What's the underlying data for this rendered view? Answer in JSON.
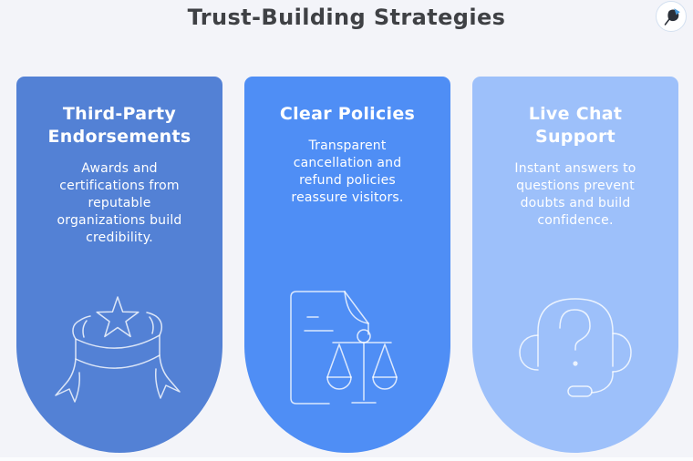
{
  "title": "Trust-Building Strategies",
  "badge": {
    "icon": "pushpin-icon"
  },
  "colors": {
    "background": "#f3f4f9",
    "title_text": "#3f4145",
    "card_text": "#ffffff",
    "icon_stroke": "rgba(255,255,255,0.8)",
    "badge_border": "#d3e0f0",
    "badge_pin_dark": "#2b3038",
    "badge_pin_accent": "#4a9ad8"
  },
  "cards": [
    {
      "heading": "Third-Party\nEndorsements",
      "body": "Awards and certifications from reputable organizations build credibility.",
      "bg": "#5381d5",
      "icon": "star-ribbon-icon"
    },
    {
      "heading": "Clear Policies",
      "body": "Transparent cancellation and refund policies reassure visitors.",
      "bg": "#4f8ef5",
      "icon": "document-scales-icon"
    },
    {
      "heading": "Live Chat\nSupport",
      "body": "Instant answers to questions prevent doubts and build confidence.",
      "bg": "#9dc0fa",
      "icon": "headset-question-icon"
    }
  ]
}
